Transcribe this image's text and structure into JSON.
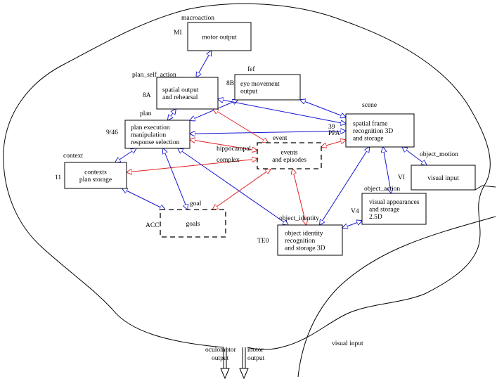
{
  "colors": {
    "blue": "#1414d2",
    "red": "#e02020",
    "outline": "#000000"
  },
  "modules": [
    {
      "id": "motor",
      "lines": [
        "motor output"
      ],
      "tag": "macroaction",
      "region": "MI",
      "dashed": false
    },
    {
      "id": "spatial",
      "lines": [
        "spatial output",
        "and rehearsal"
      ],
      "tag": "plan_self_action",
      "region": "8A",
      "dashed": false
    },
    {
      "id": "eye",
      "lines": [
        "eye movement",
        "output"
      ],
      "tag": "fef",
      "region": "8B",
      "dashed": false
    },
    {
      "id": "plan",
      "lines": [
        "plan execution",
        "manipulation",
        "response selection"
      ],
      "tag": "plan",
      "region": "9/46",
      "dashed": false
    },
    {
      "id": "frame",
      "lines": [
        "spatial frame",
        "recognition  3D",
        "and storage"
      ],
      "tag": "scene",
      "region": "39 PPA",
      "dashed": false
    },
    {
      "id": "events",
      "lines": [
        "events",
        "and episodes"
      ],
      "tag": "event",
      "region": "",
      "dashed": true
    },
    {
      "id": "context",
      "lines": [
        "contexts",
        "plan storage"
      ],
      "tag": "context",
      "region": "11",
      "dashed": false
    },
    {
      "id": "visual",
      "lines": [
        "visual input"
      ],
      "tag": "object_motion",
      "region": "VI",
      "dashed": false
    },
    {
      "id": "appear",
      "lines": [
        "visual appearances",
        "and storage",
        "2.5D"
      ],
      "tag": "object_action",
      "region": "V4",
      "dashed": false
    },
    {
      "id": "goals",
      "lines": [
        "goals"
      ],
      "tag": "goal",
      "region": "ACC",
      "dashed": true
    },
    {
      "id": "objid",
      "lines": [
        "object identity",
        "recognition",
        "and storage    3D"
      ],
      "tag": "object_identity",
      "region": "TE0",
      "dashed": false
    }
  ],
  "free_labels": {
    "hippocampal": "hippocampal",
    "complex": "complex",
    "oculomotor": "oculomotor",
    "oculomotor_output": "output",
    "motor": "motor",
    "motor_output": "output",
    "visual_input_bottom": "visual input"
  },
  "links": [
    {
      "from": "motor",
      "to": "spatial",
      "color": "blue"
    },
    {
      "from": "spatial",
      "to": "plan",
      "color": "blue"
    },
    {
      "from": "eye",
      "to": "plan",
      "color": "blue"
    },
    {
      "from": "eye",
      "to": "frame",
      "color": "blue"
    },
    {
      "from": "spatial",
      "to": "frame",
      "color": "blue"
    },
    {
      "from": "frame",
      "to": "plan",
      "color": "blue"
    },
    {
      "from": "spatial",
      "to": "events",
      "color": "red"
    },
    {
      "from": "plan",
      "to": "events",
      "color": "red"
    },
    {
      "from": "events",
      "to": "frame",
      "color": "red"
    },
    {
      "from": "context",
      "to": "events",
      "color": "red"
    },
    {
      "from": "plan",
      "to": "context",
      "color": "blue"
    },
    {
      "from": "context",
      "to": "goals",
      "color": "blue"
    },
    {
      "from": "plan",
      "to": "goals",
      "color": "blue"
    },
    {
      "from": "plan",
      "to": "objid",
      "color": "blue"
    },
    {
      "from": "events",
      "to": "goals",
      "color": "red"
    },
    {
      "from": "events",
      "to": "objid",
      "color": "red"
    },
    {
      "from": "frame",
      "to": "objid",
      "color": "blue"
    },
    {
      "from": "frame",
      "to": "appear",
      "color": "blue"
    },
    {
      "from": "frame",
      "to": "visual",
      "color": "blue"
    },
    {
      "from": "objid",
      "to": "appear",
      "color": "blue"
    }
  ]
}
